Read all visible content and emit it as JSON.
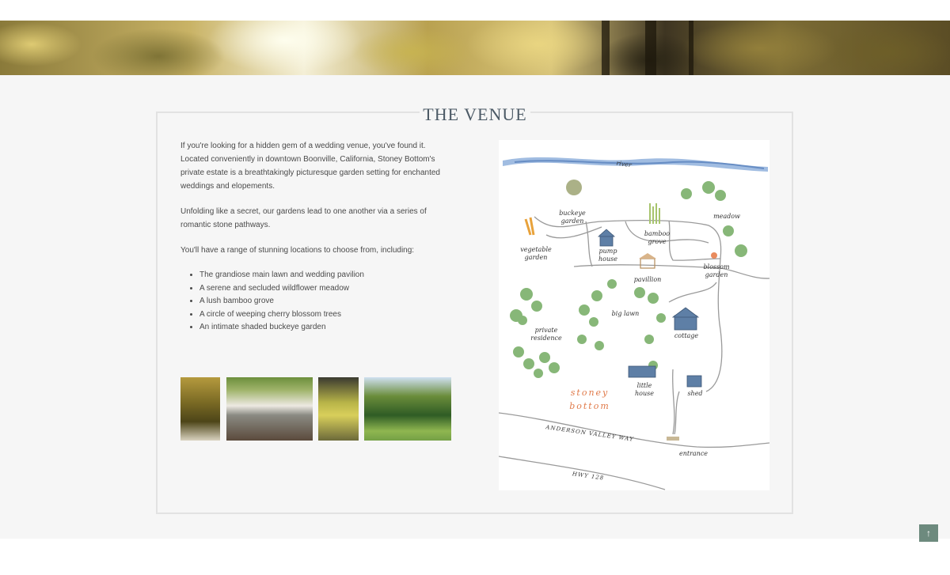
{
  "venue": {
    "title": "THE VENUE",
    "paragraphs": [
      "If you're looking for a hidden gem of a wedding venue, you've found it. Located conveniently in downtown Boonville, California, Stoney Bottom's private estate is a breathtakingly picturesque garden setting for enchanted weddings and elopements.",
      "Unfolding like a secret, our gardens lead to one another via a series of romantic stone pathways.",
      "You'll have a range of stunning locations to choose from, including:"
    ],
    "locations": [
      "The grandiose main lawn and wedding pavilion",
      "A serene and secluded wildflower meadow",
      "A lush bamboo grove",
      "A circle of weeping cherry blossom trees",
      "An intimate shaded buckeye garden"
    ]
  },
  "map": {
    "river": "river",
    "labels": {
      "buckeye": "buckeye garden",
      "vegetable": "vegetable garden",
      "pump": "pump house",
      "bamboo": "bamboo grove",
      "meadow": "meadow",
      "blossom": "blossom garden",
      "pavillion": "pavillion",
      "big_lawn": "big lawn",
      "private": "private residence",
      "cottage": "cottage",
      "stoney": "stoney",
      "bottom": "bottom",
      "little_house": "little house",
      "shed": "shed",
      "valley_way": "ANDERSON VALLEY WAY",
      "entrance": "entrance",
      "hwy": "HWY 128"
    }
  },
  "back_to_top": "↑",
  "colors": {
    "section_bg": "#f6f6f6",
    "title": "#4c5a66",
    "accent": "#6d8a7e",
    "map_orange": "#e07a4a"
  }
}
